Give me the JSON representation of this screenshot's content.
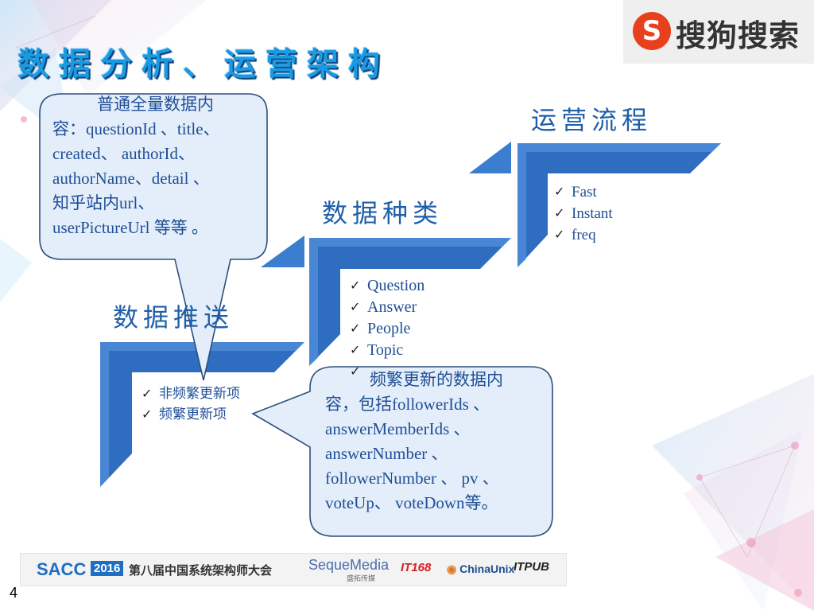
{
  "title": "数据分析、运营架构",
  "logo": {
    "mark": "S",
    "text": "搜狗搜索"
  },
  "steps": [
    {
      "title": "数据推送",
      "items": [
        "非频繁更新项",
        "频繁更新项"
      ]
    },
    {
      "title": "数据种类",
      "items": [
        "Question",
        "Answer",
        "People",
        "Topic",
        ""
      ]
    },
    {
      "title": "运营流程",
      "items": [
        "Fast",
        "Instant",
        "freq"
      ]
    }
  ],
  "callouts": {
    "top": [
      "普通全量数据内",
      "容：questionId 、title、",
      "created、 authorId、",
      "authorName、detail 、",
      "知乎站内url、",
      "userPictureUrl 等等 。"
    ],
    "bottom": [
      "频繁更新的数据内",
      "容，包括followerIds 、",
      "answerMemberIds 、",
      "answerNumber 、",
      "followerNumber 、 pv 、",
      "voteUp、 voteDown等。"
    ]
  },
  "check_glyph": "✓",
  "footer": {
    "sacc": "SACC",
    "year": "2016",
    "conference": "第八届中国系统架构师大会",
    "sequemedia": "SequeMedia",
    "sequemedia_sub": "盛拓传媒",
    "it168": "IT168",
    "chinaunix": "ChinaUnix",
    "itpub": "ITPUB"
  },
  "page_number": "4",
  "colors": {
    "title": "#1a9ae0",
    "accent_dark": "#0f4f9a",
    "text": "#1f4e96",
    "callout_fill": "#e4eefa",
    "callout_stroke": "#2d4f7c"
  }
}
